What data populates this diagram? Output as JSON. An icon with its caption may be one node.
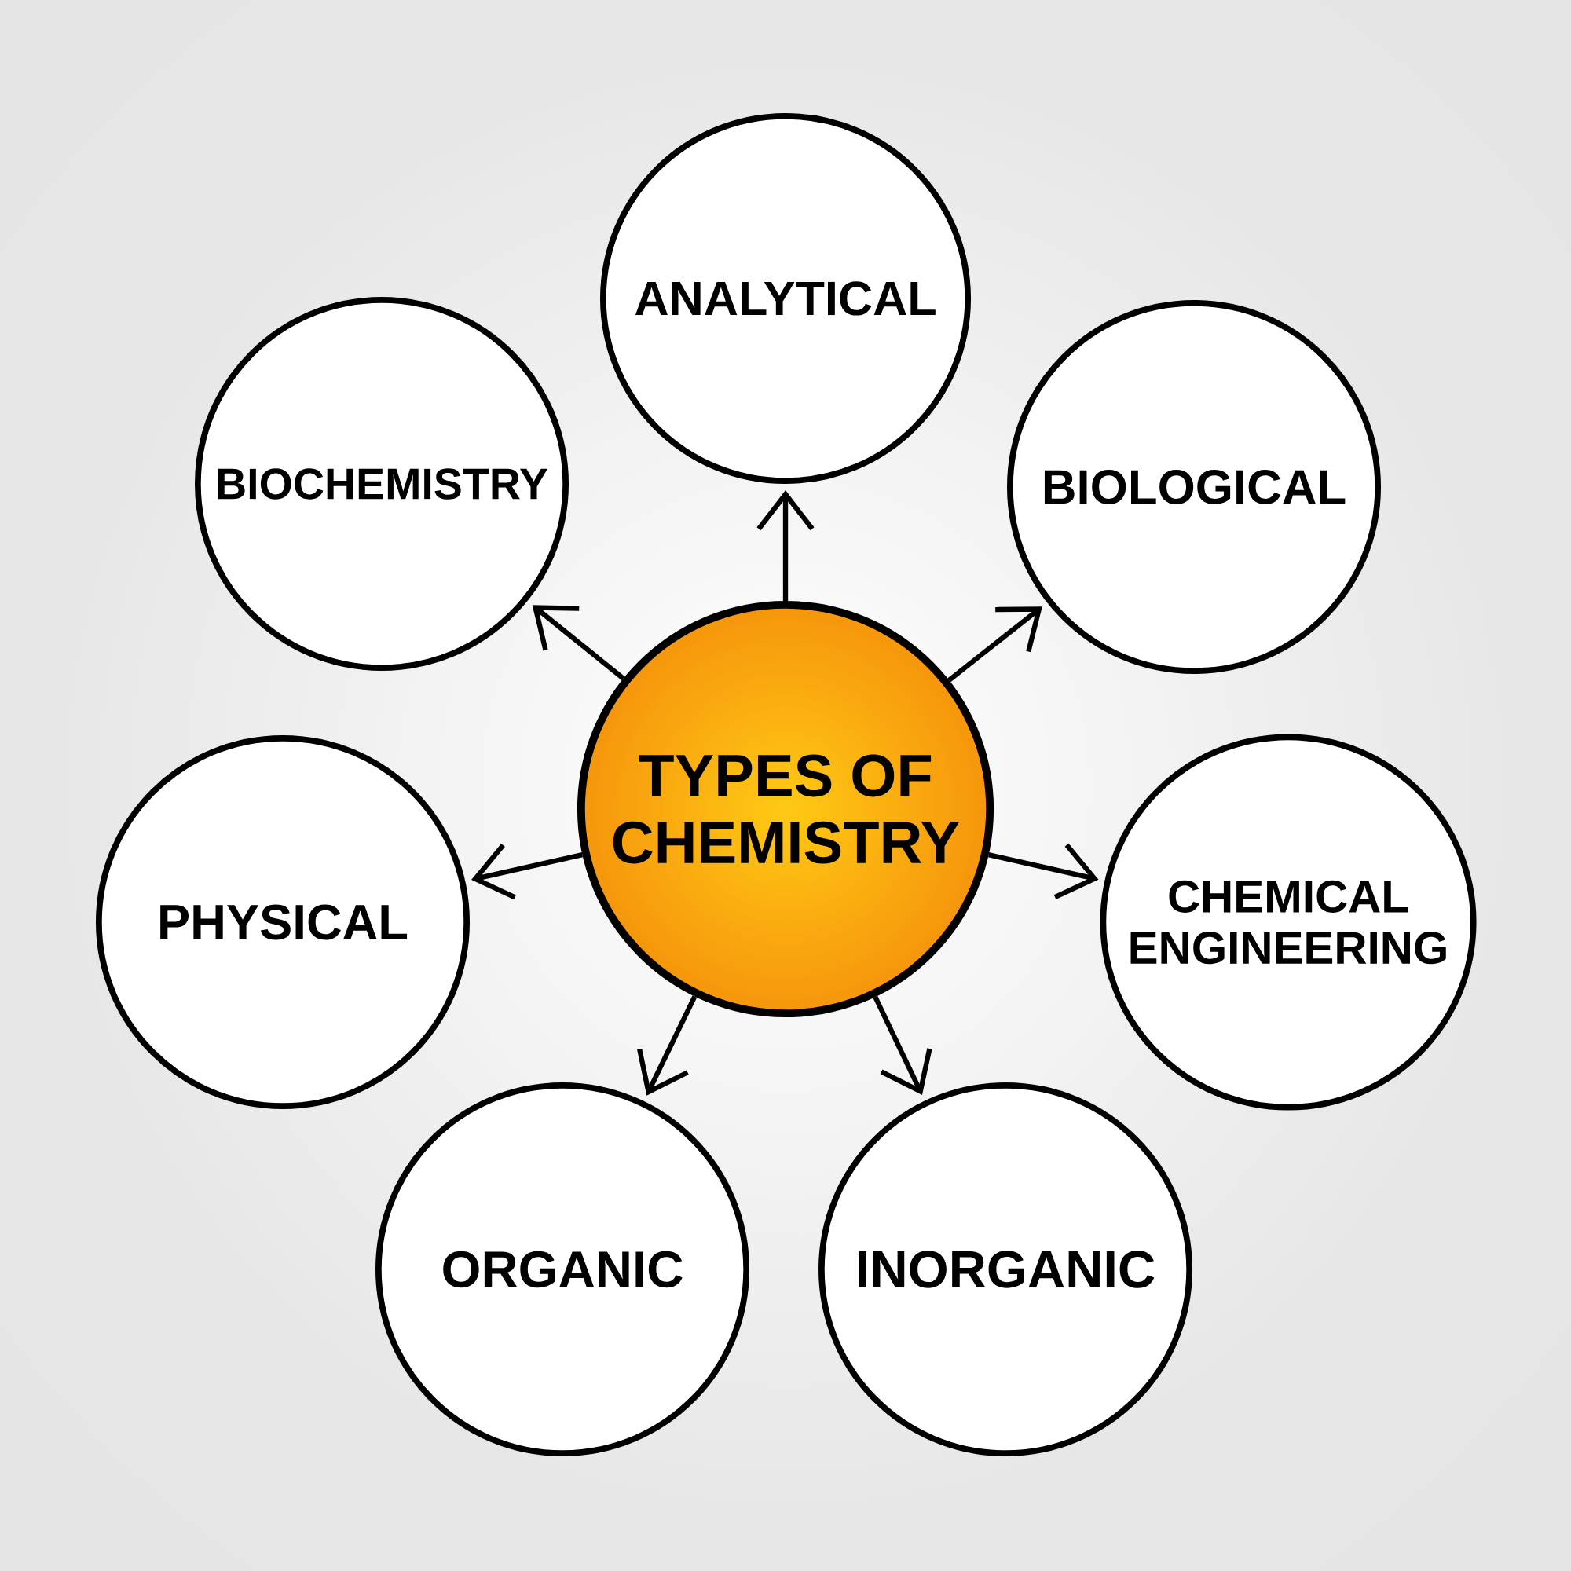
{
  "diagram": {
    "nodes": [
      {
        "text": [
          "TYPES OF CHEMISTRY"
        ]
      },
      {
        "text": [
          "ANALYTICAL"
        ]
      },
      {
        "text": [
          "BIOLOGICAL"
        ]
      },
      {
        "text": [
          "CHEMICAL ENGINEERING"
        ]
      },
      {
        "text": [
          "INORGANIC"
        ]
      },
      {
        "text": [
          "ORGANIC"
        ]
      },
      {
        "text": [
          "PHYSICAL"
        ]
      },
      {
        "text": [
          "BIOCHEMISTRY"
        ]
      }
    ],
    "edges": [
      {
        "from": 0,
        "to": 1,
        "arrow": "to"
      },
      {
        "from": 0,
        "to": 2,
        "arrow": "to"
      },
      {
        "from": 0,
        "to": 3,
        "arrow": "to"
      },
      {
        "from": 0,
        "to": 4,
        "arrow": "to"
      },
      {
        "from": 0,
        "to": 5,
        "arrow": "to"
      },
      {
        "from": 0,
        "to": 6,
        "arrow": "to"
      },
      {
        "from": 0,
        "to": 7,
        "arrow": "to"
      }
    ]
  }
}
